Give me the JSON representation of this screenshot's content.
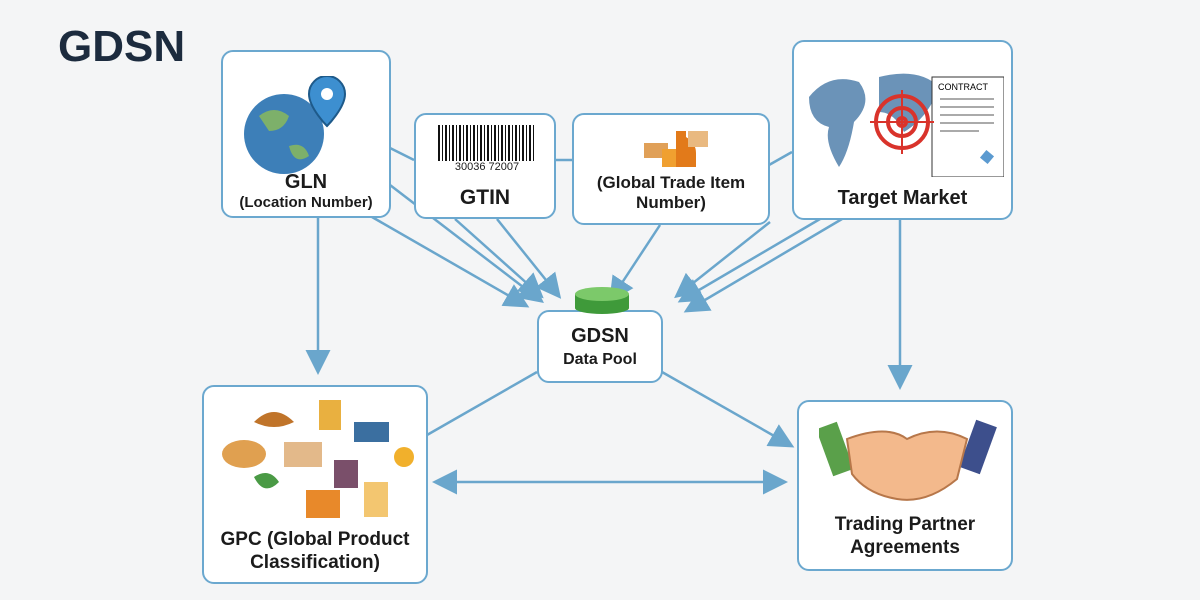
{
  "title": "GDSN",
  "nodes": {
    "gln": {
      "title": "GLN",
      "subtitle": "(Location Number)"
    },
    "gtin": {
      "title": "GTIN",
      "barcode_digits": "30036 72007"
    },
    "gtin_desc": {
      "title": "(Global Trade Item Number)"
    },
    "target": {
      "title": "Target Market",
      "contract": "CONTRACT"
    },
    "pool": {
      "title": "GDSN",
      "subtitle": "Data Pool"
    },
    "gpc": {
      "title": "GPC (Global Product Classification)"
    },
    "tpa": {
      "title": "Trading Partner Agreements"
    }
  },
  "colors": {
    "border": "#6ba8cf",
    "arrow": "#6aa6cc",
    "title": "#1c2b3e",
    "target": "#d9332b",
    "globe": "#3d7fb8"
  }
}
